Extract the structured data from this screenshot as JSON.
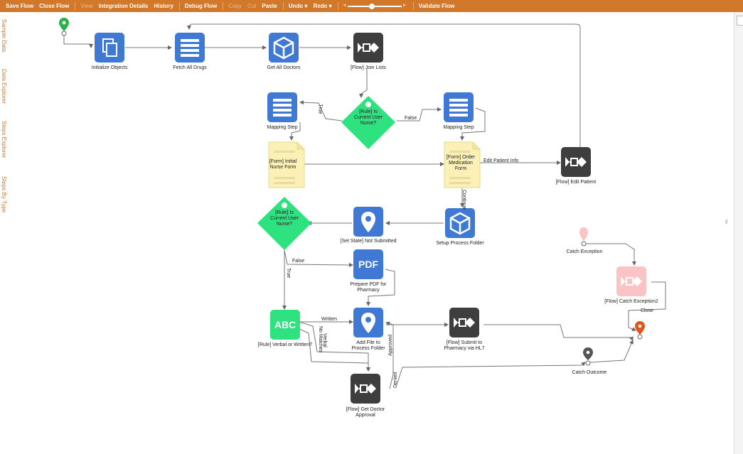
{
  "toolbar": {
    "items": [
      {
        "label": "Save Flow",
        "disabled": false
      },
      {
        "label": "Close Flow",
        "disabled": false
      },
      {
        "label": "View",
        "disabled": true
      },
      {
        "label": "Integration Details",
        "disabled": false
      },
      {
        "label": "History",
        "disabled": false
      },
      {
        "label": "Debug Flow",
        "disabled": false
      },
      {
        "label": "Copy",
        "disabled": true
      },
      {
        "label": "Cut",
        "disabled": true
      },
      {
        "label": "Paste",
        "disabled": false
      },
      {
        "label": "Undo ▾",
        "disabled": false
      },
      {
        "label": "Redo ▾",
        "disabled": false
      }
    ],
    "zoom_minus": "◂",
    "zoom_plus": "▸",
    "zoom_level": 0.45,
    "validate": "Validate Flow"
  },
  "sidebar": {
    "tabs": [
      "Sample Data",
      "Data Explorer",
      "Steps Explorer",
      "Steps By Type"
    ]
  },
  "colors": {
    "toolbar": "#d2782a",
    "blue": "#3f79d3",
    "dark": "#3e3e3e",
    "green": "#2ee27f",
    "form": "#fbf0b5",
    "pink": "#fbc4c4",
    "orange_pin": "#e3541b",
    "green_pin": "#2db24a",
    "gray_pin": "#555555"
  },
  "flow": {
    "nodes": {
      "init_objects": {
        "label": "Initialize Objects",
        "icon": "copy-icon"
      },
      "fetch_drugs": {
        "label": "Fetch All Drugs",
        "icon": "list-icon"
      },
      "get_doctors": {
        "label": "Get All Doctors",
        "icon": "cube-icon"
      },
      "join_lists": {
        "label": "[Flow] Join Lists",
        "icon": "subflow-icon"
      },
      "rule_nurse_1": {
        "label": "[Rule] Is Current User Nurse?"
      },
      "mapping_left": {
        "label": "Mapping Step",
        "icon": "list-icon"
      },
      "mapping_right": {
        "label": "Mapping Step",
        "icon": "list-icon"
      },
      "form_initial": {
        "label": "[Form] Initial Nurse Form"
      },
      "form_order": {
        "label": "[Form] Order Medication Form"
      },
      "edit_patient": {
        "label": "[Flow] Edit Patient",
        "icon": "subflow-icon"
      },
      "rule_nurse_2": {
        "label": "[Rule] Is Current User Nurse?"
      },
      "set_state": {
        "label": "[Set State] Not Submitted",
        "icon": "map-pin-icon"
      },
      "setup_folder": {
        "label": "Setup Process Folder",
        "icon": "cube-icon"
      },
      "prepare_pdf": {
        "label": "Prepare PDF for Pharmacy",
        "icon_text": "PDF"
      },
      "verbal_written": {
        "label": "[Rule] Verbal or Written?",
        "icon_text": "ABC"
      },
      "add_file": {
        "label": "Add File to Process Folder",
        "icon": "map-pin-icon"
      },
      "submit_pharmacy": {
        "label": "[Flow] Submit to Pharmacy via HL7",
        "icon": "subflow-icon"
      },
      "doctor_approval": {
        "label": "[Flow] Get Doctor Approval",
        "icon": "subflow-icon"
      },
      "catch_exception": {
        "label": "Catch Exception"
      },
      "catch_exception2": {
        "label": "[Flow] Catch Exception2"
      },
      "catch_outcome": {
        "label": "Catch Outcome"
      }
    },
    "edge_labels": {
      "true_1": "True",
      "false_1": "False",
      "edit_patient_info": "Edit Patient Info",
      "continue": "Continue",
      "false_2": "False",
      "true_2": "True",
      "written": "Written",
      "no_matches": "No Matches",
      "verbal": "Verbal",
      "approved": "Approved",
      "denied": "Denied",
      "close": "Close"
    }
  }
}
